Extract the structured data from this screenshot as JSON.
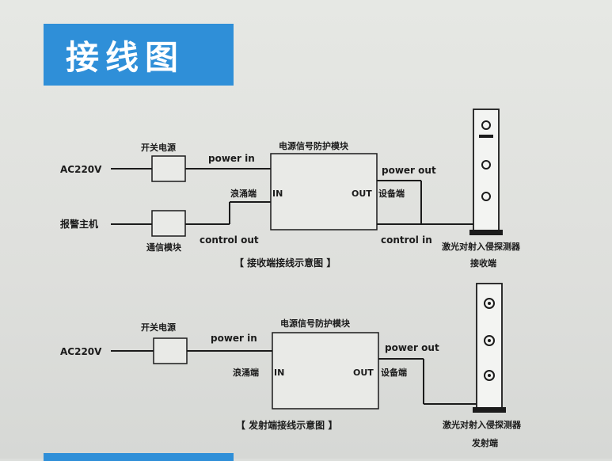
{
  "title": "接线图",
  "colors": {
    "accent": "#2f8fd8",
    "line": "#1b1b1b"
  },
  "receiver_diagram": {
    "ac_label": "AC220V",
    "alarm_host_label": "报警主机",
    "power_switch_label": "开关电源",
    "comm_module_label": "通信模块",
    "protection_module_label": "电源信号防护模块",
    "power_in_label": "power in",
    "surge_label": "浪涌端",
    "in_label": "IN",
    "out_label": "OUT",
    "device_label": "设备端",
    "power_out_label": "power out",
    "control_out_label": "control out",
    "control_in_label": "control in",
    "caption": "【 接收端接线示意图 】",
    "detector_label": "激光对射入侵探测器",
    "detector_sub_label": "接收端"
  },
  "transmitter_diagram": {
    "ac_label": "AC220V",
    "power_switch_label": "开关电源",
    "protection_module_label": "电源信号防护模块",
    "power_in_label": "power in",
    "surge_label": "浪涌端",
    "in_label": "IN",
    "out_label": "OUT",
    "device_label": "设备端",
    "power_out_label": "power out",
    "caption": "【 发射端接线示意图 】",
    "detector_label": "激光对射入侵探测器",
    "detector_sub_label": "发射端"
  }
}
